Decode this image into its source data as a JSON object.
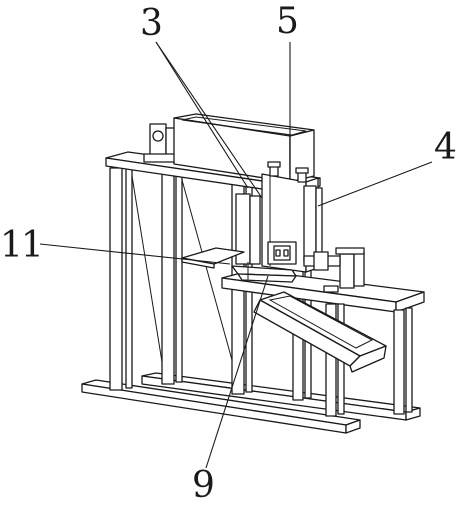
{
  "callouts": {
    "c3": "3",
    "c5": "5",
    "c4": "4",
    "c11": "11",
    "c9": "9"
  },
  "colors": {
    "line": "#1a1a1a",
    "background": "#ffffff"
  }
}
